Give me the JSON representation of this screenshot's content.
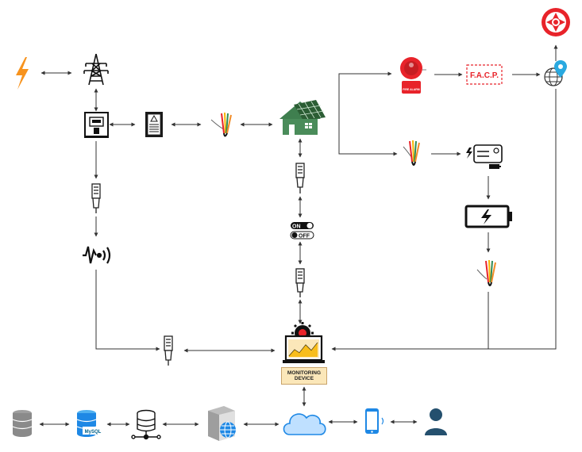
{
  "nodes": {
    "monitoring_device": {
      "line1": "MONITORING",
      "line2": "DEVICE"
    },
    "facp": {
      "text": "F.A.C.P."
    },
    "fire_alarm_bell": {
      "text": "FIRE ALARM"
    },
    "switch_on": {
      "text": "ON"
    },
    "switch_off": {
      "text": "OFF"
    },
    "mysql_db": {
      "text": "MySQL"
    }
  },
  "colors": {
    "line": "#333333",
    "lightning": "#f7931e",
    "house_green": "#3f7f4f",
    "solar_panel": "#2b5d34",
    "fire_red": "#e8232a",
    "cloud": "#1e88e5",
    "db_blue": "#1e88e5",
    "user": "#24506e",
    "battery": "#111111",
    "location_pin": "#29a9e0"
  },
  "icons": [
    "lightning-icon",
    "transmission-tower-icon",
    "electric-meter-icon",
    "breaker-panel-icon",
    "wires-icon",
    "solar-house-icon",
    "current-sensor-icon",
    "on-off-switch-icon",
    "wireless-sensor-icon",
    "fire-alarm-bell-icon",
    "facp-panel-icon",
    "fire-department-icon",
    "location-globe-icon",
    "battery-charge-icon",
    "battery-icon",
    "monitoring-laptop-icon",
    "database-icon",
    "mysql-database-icon",
    "network-database-icon",
    "web-server-icon",
    "cloud-icon",
    "smartphone-icon",
    "user-icon"
  ]
}
